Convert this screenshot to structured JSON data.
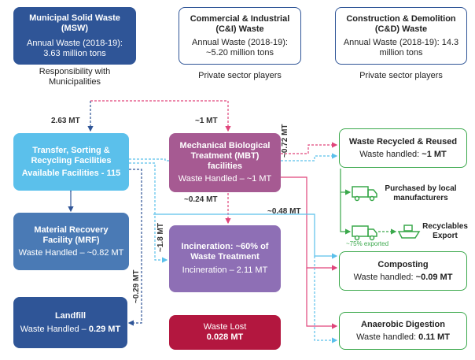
{
  "msw": {
    "title": "Municipal Solid Waste (MSW)",
    "sub": "Annual Waste (2018-19): 3.63 million tons",
    "note": "Responsibility with Municipalities"
  },
  "ci": {
    "title": "Commercial & Industrial (C&I) Waste",
    "sub": "Annual Waste (2018-19): ~5.20 million tons",
    "note": "Private sector players"
  },
  "cd": {
    "title": "Construction & Demolition (C&D) Waste",
    "sub": "Annual Waste (2018-19): 14.3 million tons",
    "note": "Private sector players"
  },
  "transfer": {
    "title": "Transfer, Sorting & Recycling Facilities",
    "sub": "Available Facilities - 115"
  },
  "mrf": {
    "title": "Material Recovery Facility (MRF)",
    "sub": "Waste Handled – ~0.82 MT"
  },
  "landfill": {
    "title": "Landfill",
    "sub_prefix": "Waste Handled – ",
    "sub_bold": "0.29 MT"
  },
  "mbt": {
    "title": "Mechanical Biological Treatment (MBT) facilities",
    "sub": "Waste Handled – ~1 MT"
  },
  "incineration": {
    "title": "Incineration: ~60% of Waste Treatment",
    "sub": "Incineration – 2.11 MT"
  },
  "lost": {
    "title": "Waste Lost",
    "sub": "0.028 MT"
  },
  "recycled": {
    "title": "Waste Recycled & Reused",
    "sub_prefix": "Waste handled: ",
    "sub_bold": "~1 MT"
  },
  "composting": {
    "title": "Composting",
    "sub_prefix": "Waste handled: ",
    "sub_bold": "~0.09 MT"
  },
  "anaerobic": {
    "title": "Anaerobic Digestion",
    "sub_prefix": "Waste handled: ",
    "sub_bold": "0.11 MT"
  },
  "local": {
    "label": "Purchased by local manufacturers"
  },
  "export": {
    "label": "Recyclables Export",
    "exported": "~75% exported"
  },
  "flows": {
    "msw_transfer": "2.63 MT",
    "ci_mbt": "~1 MT",
    "mbt_recycled": "~0.72 MT",
    "mbt_out": "~0.24 MT",
    "cross": "~0.48 MT",
    "transfer_incin": "~1.8 MT",
    "transfer_landfill": "~0.29 MT"
  },
  "colors": {
    "pink": "#e0457b",
    "cyan": "#5bc0eb",
    "navy": "#2f5597",
    "green": "#3aa84b"
  }
}
